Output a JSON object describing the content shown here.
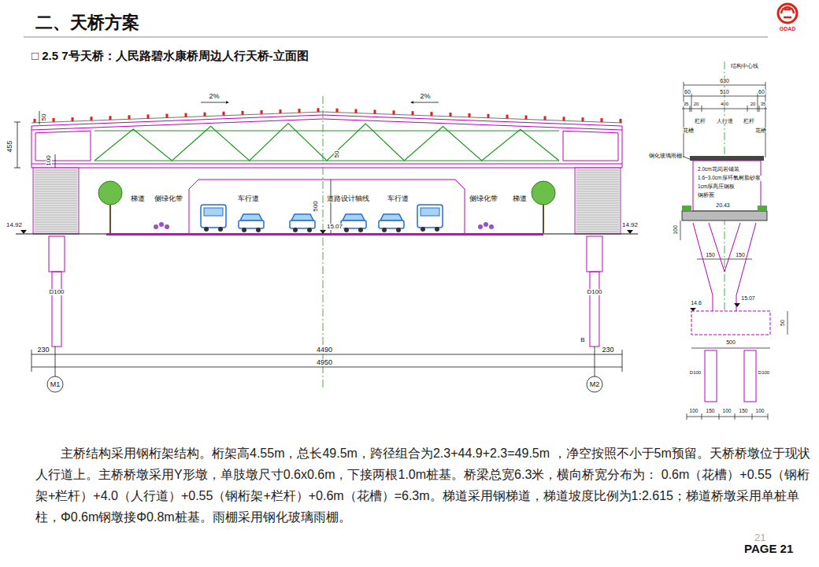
{
  "diagram": {
    "title": "二、天桥方案",
    "labels": [
      "□ 2.5  7号天桥：人民路碧水康桥周边人行天桥-立面图",
      "2%",
      "2%",
      "50",
      "455",
      "100",
      "50",
      "梯道",
      "侧绿化带",
      "车行道",
      "道路设计轴线",
      "车行道",
      "侧绿化带",
      "梯道",
      "500",
      "14.92",
      "15.07",
      "14.92",
      "D100",
      "D100",
      "B",
      "230",
      "4490",
      "230",
      "4950",
      "M1",
      "M2",
      "结构中心线",
      "630",
      "60",
      "510",
      "60",
      "35",
      "20",
      "400",
      "20",
      "35",
      "花槽",
      "栏杆",
      "人行道",
      "栏杆",
      "花槽",
      "钢化玻璃雨棚",
      "2.0cm花岗岩铺装",
      "1.6~3.0cm厚环氧树脂砂浆",
      "1cm厚高压钢板",
      "钢桥面",
      "20.43",
      "100",
      "150",
      "150",
      "14.6",
      "15.07",
      "50",
      "500",
      "D100",
      "D100",
      "100",
      "150",
      "100",
      "150",
      "100",
      "主桥结构采用钢桁架结构。桁架高4.55m，总长49.5m，跨径组合为2.3+44.9+2.3=49.5m ，净空按照不小于5m预留。天桥桥墩位于现状人行道上。主桥桥墩采用Y形墩，单肢墩尺寸0.6x0.6m，下接两根1.0m桩基。桥梁总宽6.3米，横向桥宽分布为： 0.6m（花槽）+0.55（钢桁架+栏杆）+4.0（人行道）+0.55（钢桁架+栏杆）+0.6m（花槽）=6.3m。梯道采用钢梯道，梯道坡度比例为1:2.615；梯道桥墩采用单桩单柱，Φ0.6m钢墩接Φ0.8m桩基。雨棚采用钢化玻璃雨棚。",
      "21",
      "PAGE 21",
      "GDAD"
    ]
  }
}
